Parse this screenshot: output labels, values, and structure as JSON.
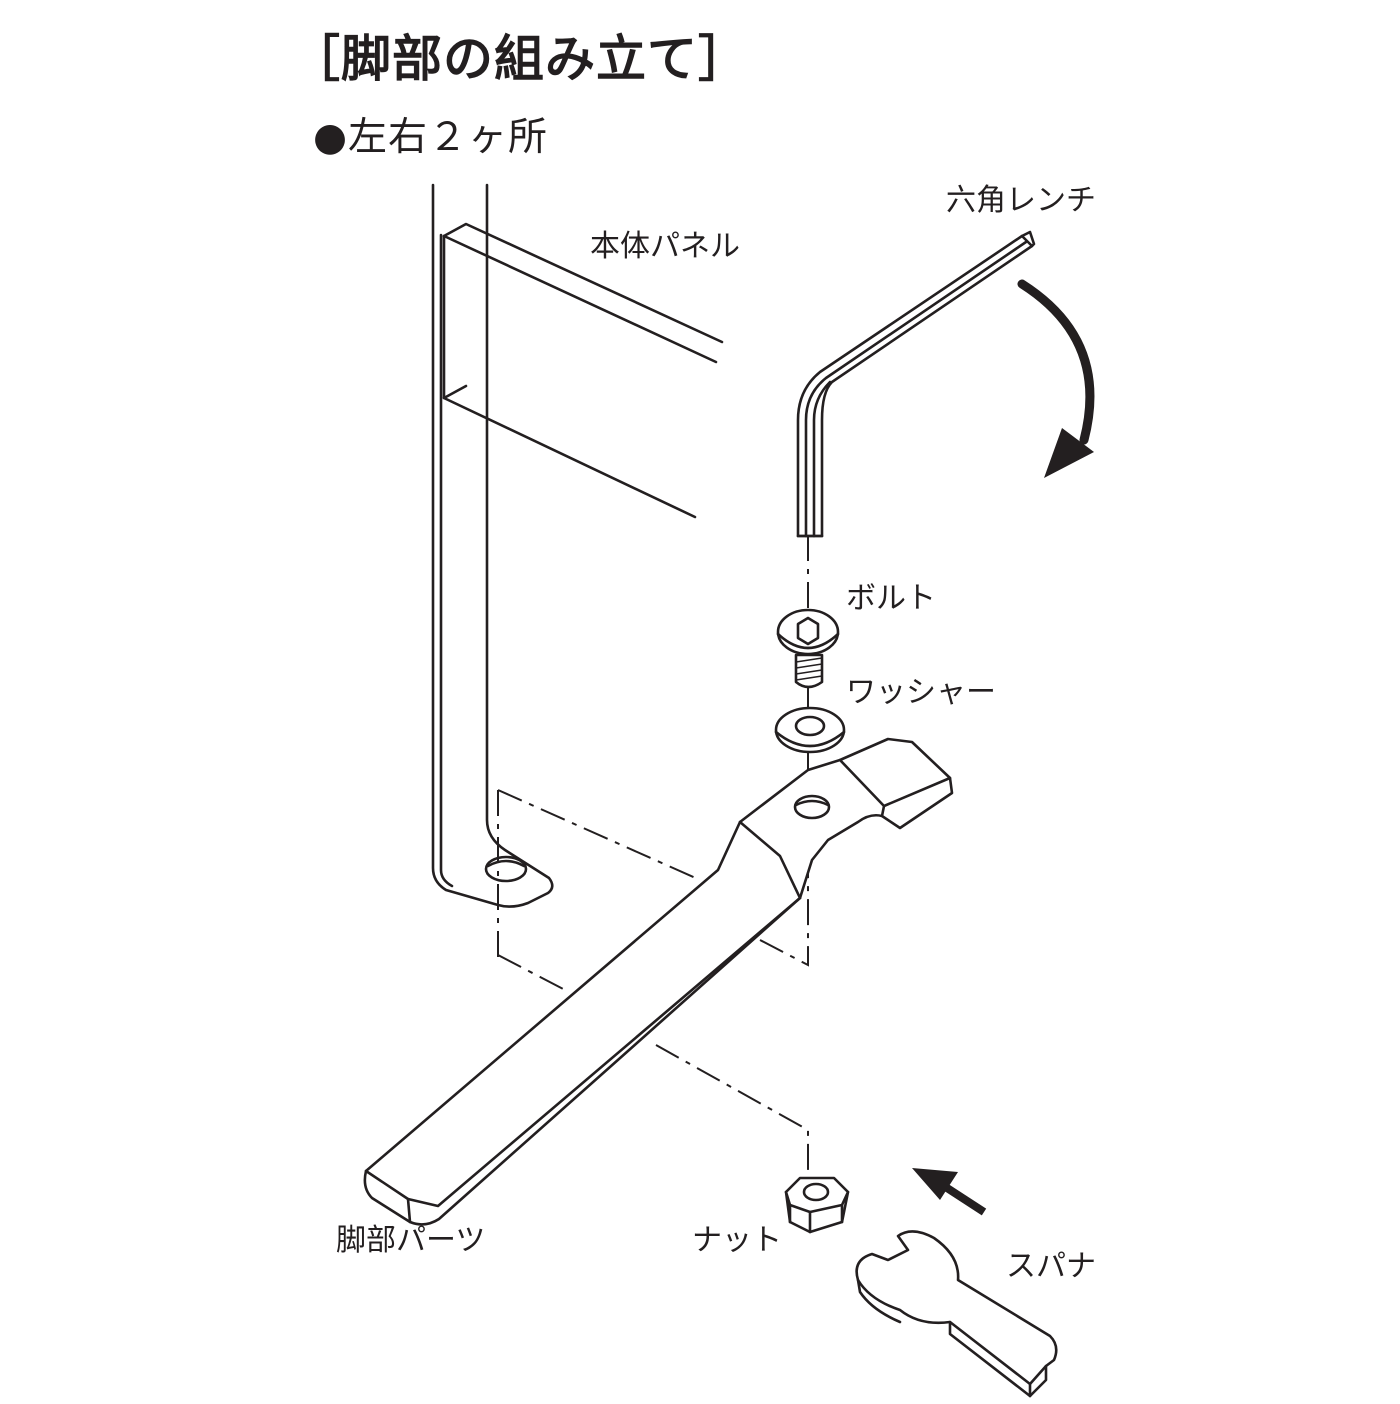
{
  "title": "［脚部の組み立て］",
  "subtitle": "●左右２ヶ所",
  "labels": {
    "hex_wrench": "六角レンチ",
    "main_panel": "本体パネル",
    "bolt": "ボルト",
    "washer": "ワッシャー",
    "leg_part": "脚部パーツ",
    "nut": "ナット",
    "spanner": "スパナ"
  },
  "colors": {
    "line": "#231f20",
    "background": "#ffffff"
  }
}
